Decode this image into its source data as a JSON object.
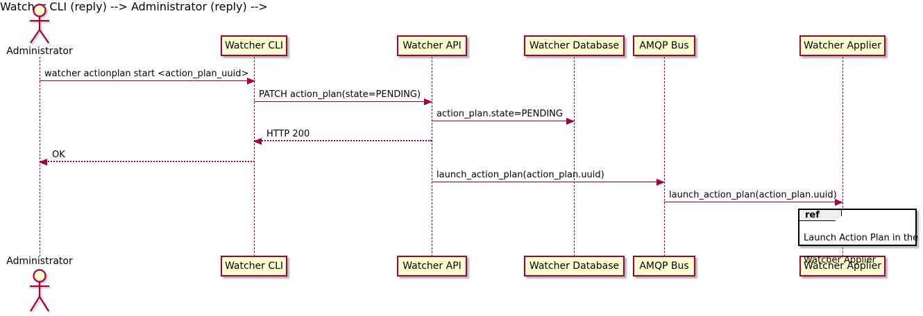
{
  "participants": [
    {
      "name": "Administrator",
      "type": "actor"
    },
    {
      "name": "Watcher CLI",
      "type": "participant"
    },
    {
      "name": "Watcher API",
      "type": "participant"
    },
    {
      "name": "Watcher Database",
      "type": "participant"
    },
    {
      "name": "AMQP Bus",
      "type": "participant"
    },
    {
      "name": "Watcher Applier",
      "type": "participant"
    }
  ],
  "messages": [
    {
      "from": "Administrator",
      "to": "Watcher CLI",
      "label": "watcher actionplan start <action_plan_uuid>",
      "line": "solid",
      "direction": "right"
    },
    {
      "from": "Watcher CLI",
      "to": "Watcher API",
      "label": "PATCH action_plan(state=PENDING)",
      "line": "solid",
      "direction": "right"
    },
    {
      "from": "Watcher API",
      "to": "Watcher Database",
      "label": "action_plan.state=PENDING",
      "line": "solid",
      "direction": "right"
    },
    {
      "from": "Watcher API",
      "to": "Watcher CLI",
      "label": "HTTP 200",
      "line": "dashed",
      "direction": "left"
    },
    {
      "from": "Watcher CLI",
      "to": "Administrator",
      "label": "OK",
      "line": "dashed",
      "direction": "left"
    },
    {
      "from": "Watcher API",
      "to": "AMQP Bus",
      "label": "launch_action_plan(action_plan.uuid)",
      "line": "solid",
      "direction": "right"
    },
    {
      "from": "AMQP Bus",
      "to": "Watcher Applier",
      "label": "launch_action_plan(action_plan.uuid)",
      "line": "solid",
      "direction": "right"
    }
  ],
  "ref_fragment": {
    "keyword": "ref",
    "over": "Watcher Applier",
    "lines": [
      "Launch Action Plan in the",
      "Watcher Applier"
    ]
  },
  "colors": {
    "accent": "#A80036",
    "participant_fill": "#FEFECE",
    "ref_header_fill": "#EEEEEE",
    "frame_border": "#000000",
    "text": "#000000",
    "background": "#FFFFFF"
  }
}
